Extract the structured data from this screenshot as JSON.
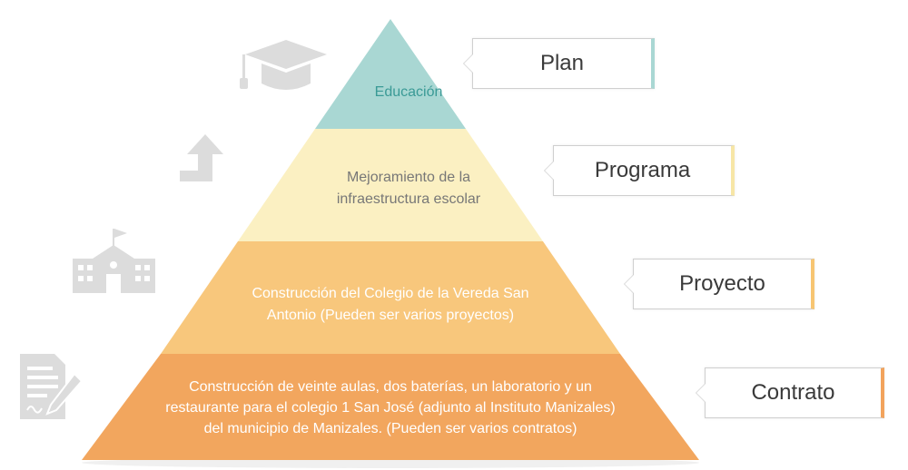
{
  "pyramid": {
    "levels": [
      {
        "text_lines": [
          "Educación"
        ],
        "label": "Plan",
        "fill": "#a9d7d3",
        "text_color": "#3a9a96",
        "icon": "graduation-cap-icon"
      },
      {
        "text_lines": [
          "Mejoramiento de la",
          "infraestructura escolar"
        ],
        "label": "Programa",
        "fill": "#fbf0c2",
        "text_color": "#777777",
        "icon": "arrow-up-icon"
      },
      {
        "text_lines": [
          "Construcción del Colegio de la Vereda San",
          "Antonio (Pueden ser varios proyectos)"
        ],
        "label": "Proyecto",
        "fill": "#f8c77c",
        "text_color": "#ffffff",
        "icon": "school-building-icon"
      },
      {
        "text_lines": [
          "Construcción de veinte aulas, dos baterías, un laboratorio y un",
          "restaurante para el colegio 1 San José (adjunto al Instituto Manizales)",
          "del municipio de Manizales. (Pueden ser varios contratos)"
        ],
        "label": "Contrato",
        "fill": "#f2a65e",
        "text_color": "#ffffff",
        "icon": "contract-document-icon"
      }
    ]
  },
  "icon_color": "#dcdcdc"
}
